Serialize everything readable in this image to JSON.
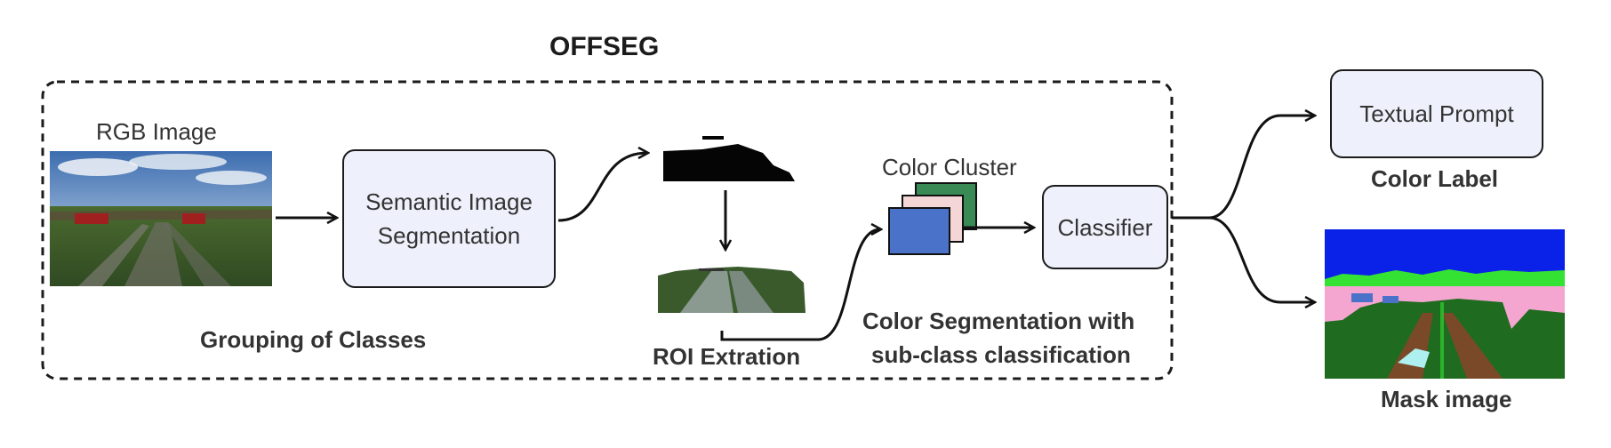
{
  "title": "OFFSEG",
  "rgb_image": {
    "label": "RGB Image"
  },
  "grouping_label": "Grouping of Classes",
  "semantic_box": {
    "line1": "Semantic Image",
    "line2": "Segmentation"
  },
  "roi_label": "ROI Extration",
  "color_cluster_label": "Color Cluster",
  "color_seg_label": {
    "line1": "Color Segmentation with",
    "line2": "sub-class classification"
  },
  "classifier_box": "Classifier",
  "textual_prompt_box": "Textual Prompt",
  "color_label": "Color Label",
  "mask_label": "Mask image",
  "colors": {
    "box_fill": "#eef1fb",
    "cluster_front": "#4a72c8",
    "cluster_mid": "#f4d6d6",
    "cluster_back": "#3a8a55",
    "mask_sky": "#0a22e8",
    "mask_grass": "#1f6b1f",
    "mask_pink": "#f4a6d0",
    "mask_light_green": "#33e233",
    "mask_brown": "#7a4a28",
    "mask_cyan": "#aef0f0"
  }
}
